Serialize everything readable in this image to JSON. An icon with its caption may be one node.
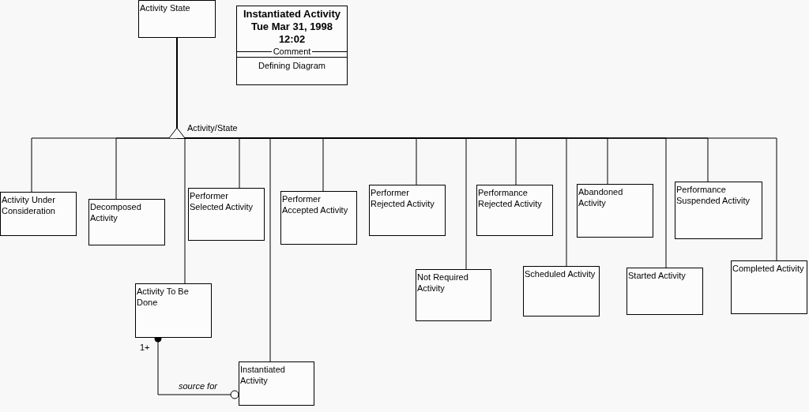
{
  "diagram": {
    "nodes": [
      {
        "text": [
          "Activity State"
        ]
      },
      {
        "text": [
          "Instantiated Activity",
          "Tue Mar 31, 1998",
          "12:02",
          "Comment",
          "Defining Diagram"
        ]
      },
      {
        "text": [
          "Activity Under Consideration"
        ]
      },
      {
        "text": [
          "Decomposed Activity"
        ]
      },
      {
        "text": [
          "Performer Selected Activity"
        ]
      },
      {
        "text": [
          "Performer Accepted Activity"
        ]
      },
      {
        "text": [
          "Performer Rejected Activity"
        ]
      },
      {
        "text": [
          "Performance Rejected Activity"
        ]
      },
      {
        "text": [
          "Abandoned Activity"
        ]
      },
      {
        "text": [
          "Performance Suspended Activity"
        ]
      },
      {
        "text": [
          "Activity To Be Done"
        ]
      },
      {
        "text": [
          "Not Required Activity"
        ]
      },
      {
        "text": [
          "Scheduled Activity"
        ]
      },
      {
        "text": [
          "Started Activity"
        ]
      },
      {
        "text": [
          "Completed Activity"
        ]
      },
      {
        "text": [
          "Instantiated Activity"
        ]
      }
    ],
    "edges": [
      {
        "from": 2,
        "to": 0,
        "arrow": "to"
      },
      {
        "from": 3,
        "to": 0,
        "arrow": "to"
      },
      {
        "from": 4,
        "to": 0,
        "arrow": "to"
      },
      {
        "from": 5,
        "to": 0,
        "arrow": "to"
      },
      {
        "from": 6,
        "to": 0,
        "arrow": "to"
      },
      {
        "from": 7,
        "to": 0,
        "arrow": "to"
      },
      {
        "from": 8,
        "to": 0,
        "arrow": "to"
      },
      {
        "from": 9,
        "to": 0,
        "arrow": "to"
      },
      {
        "from": 10,
        "to": 0,
        "arrow": "to"
      },
      {
        "from": 11,
        "to": 0,
        "arrow": "to"
      },
      {
        "from": 12,
        "to": 0,
        "arrow": "to"
      },
      {
        "from": 13,
        "to": 0,
        "arrow": "to"
      },
      {
        "from": 14,
        "to": 0,
        "arrow": "to"
      },
      {
        "from": 15,
        "to": 0,
        "arrow": "to"
      },
      {
        "from": 10,
        "to": 15,
        "arrow": "other",
        "label": "source for"
      }
    ],
    "labels": [
      "Activity/State",
      "1+"
    ]
  }
}
